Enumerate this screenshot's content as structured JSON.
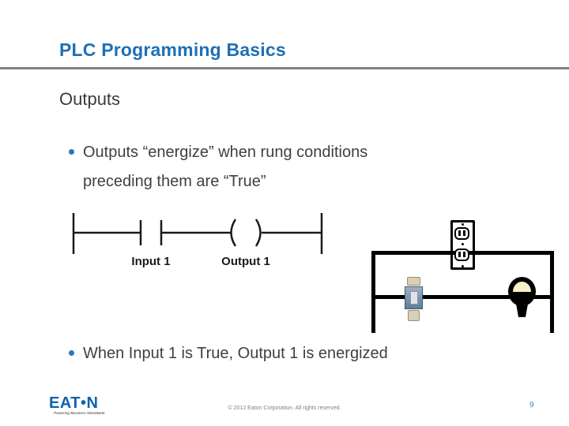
{
  "slide": {
    "title": "PLC Programming Basics",
    "heading": "Outputs",
    "bullet1": {
      "lines": [
        "Outputs “energize” when rung conditions",
        "preceding them are “True”"
      ]
    },
    "bullet2": {
      "lines": [
        "When Input 1 is True, Output 1 is energized"
      ]
    }
  },
  "ladder": {
    "input_label": "Input 1",
    "output_label": "Output 1"
  },
  "footer": {
    "logo_text": "EAT•N",
    "logo_tagline": "Powering Business Worldwide",
    "copyright": "© 2012 Eaton Corporation. All rights reserved.",
    "page_number": "9"
  },
  "colors": {
    "title_blue": "#1F6FB5",
    "bullet_blue": "#2E75B6",
    "heading_text": "#3B3B3B",
    "body_text": "#3F3F3F",
    "divider_gray": "#808080",
    "diagram_black": "#1A1A1A",
    "circuit_black": "#000000",
    "bulb_glow": "#F6F0C6",
    "eaton_blue": "#0E62AE",
    "page_number_blue": "#4E86B4"
  }
}
